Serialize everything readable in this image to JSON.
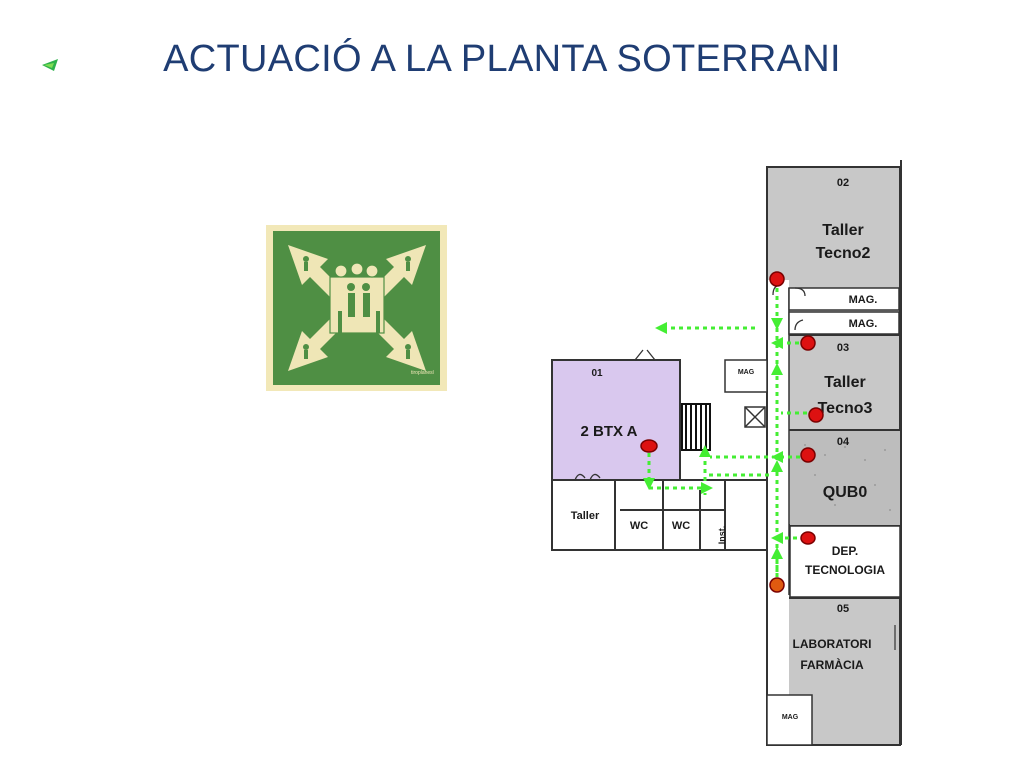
{
  "slide": {
    "title": "ACTUACIÓ A LA PLANTA SOTERRANI",
    "bullet_icon": "green-arrow-bullet-icon"
  },
  "sign": {
    "icon": "assembly-point-icon",
    "brand": "tiroplanesl",
    "colors": {
      "background": "#4f8f44",
      "symbol": "#efe6b6"
    }
  },
  "floor_plan": {
    "rooms": {
      "taller_tecno2": {
        "number": "02",
        "line1": "Taller",
        "line2": "Tecno2"
      },
      "mag1": {
        "label": "MAG."
      },
      "mag2": {
        "label": "MAG."
      },
      "taller_tecno3": {
        "number": "03",
        "line1": "Taller",
        "line2": "Tecno3"
      },
      "qub0": {
        "number": "04",
        "label": "QUB0"
      },
      "dep_tecnologia": {
        "line1": "DEP.",
        "line2": "TECNOLOGIA"
      },
      "laboratori": {
        "number": "05",
        "line1": "LABORATORI",
        "line2": "FARMÀCIA"
      },
      "mag_bottom": {
        "label": "MAG"
      },
      "btx": {
        "number": "01",
        "label": "2 BTX A"
      },
      "mag_small": {
        "label": "MAG"
      },
      "taller_small": {
        "label": "Taller"
      },
      "wc1": {
        "label": "WC"
      },
      "wc2": {
        "label": "WC"
      },
      "inst": {
        "label": "Inst."
      }
    },
    "colors": {
      "corridor_room": "#c8c8c8",
      "btx_room": "#d9c8ee",
      "evacuation_route": "#44ee33",
      "start_point": "#dd1111"
    }
  }
}
